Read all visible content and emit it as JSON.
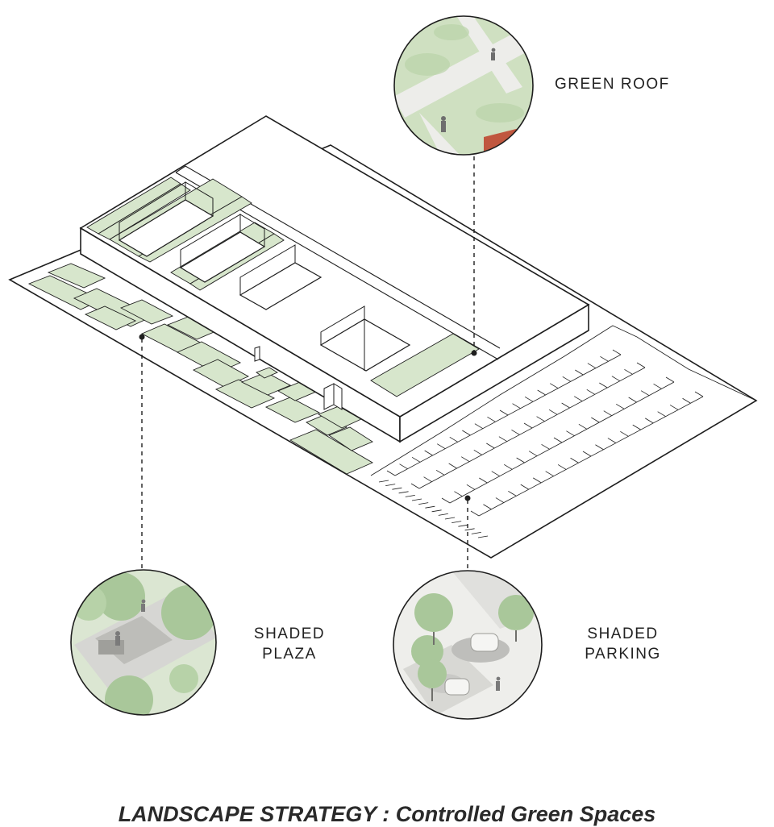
{
  "title": "LANDSCAPE STRATEGY : Controlled Green Spaces",
  "callouts": {
    "green_roof": {
      "label": "GREEN ROOF"
    },
    "shaded_plaza": {
      "line1": "SHADED",
      "line2": "PLAZA"
    },
    "shaded_parking": {
      "line1": "SHADED",
      "line2": "PARKING"
    }
  },
  "colors": {
    "green": "#d7e6cc",
    "green_dark": "#a9c79a",
    "line": "#1e1e1e",
    "paving": "#e9e9e6",
    "brick": "#c0573f"
  }
}
